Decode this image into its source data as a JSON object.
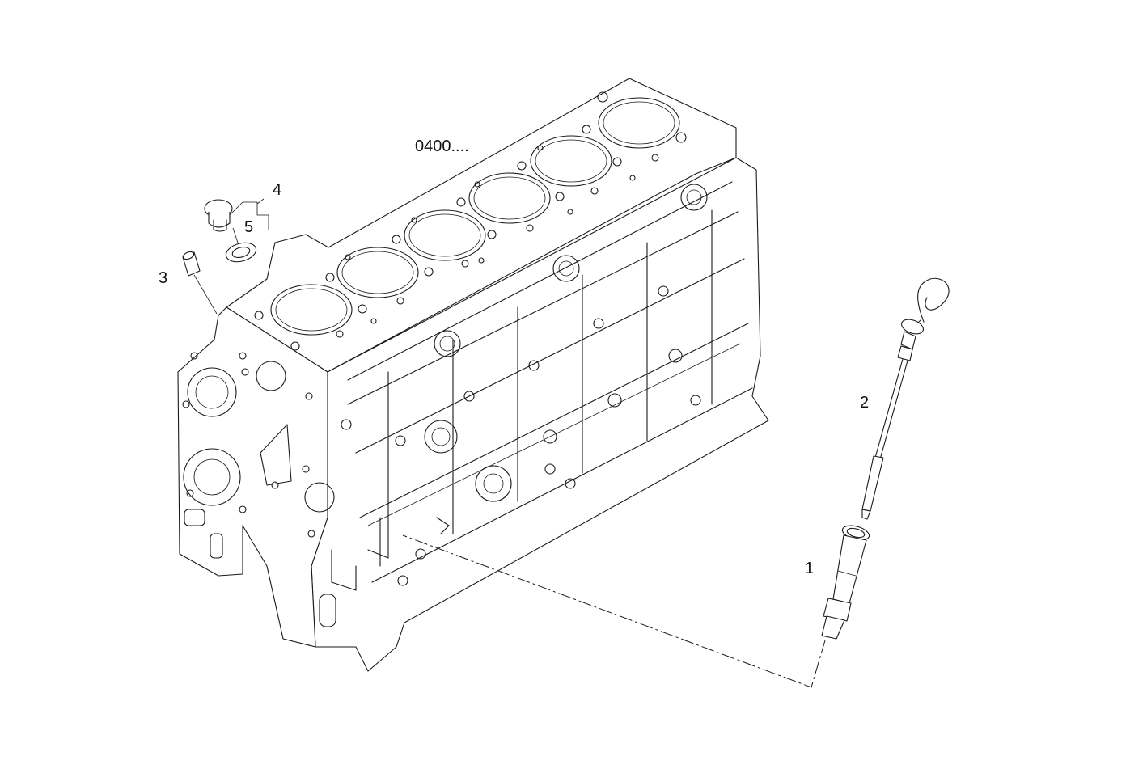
{
  "diagram": {
    "assembly_label": "0400....",
    "callouts": [
      {
        "id": "c1",
        "text": "1"
      },
      {
        "id": "c2",
        "text": "2"
      },
      {
        "id": "c3",
        "text": "3"
      },
      {
        "id": "c4",
        "text": "4"
      },
      {
        "id": "c5",
        "text": "5"
      }
    ],
    "parts": [
      {
        "ref": "1",
        "icon": "dipstick-tube-icon"
      },
      {
        "ref": "2",
        "icon": "dipstick-icon"
      },
      {
        "ref": "3",
        "icon": "plug-icon"
      },
      {
        "ref": "4",
        "icon": "screw-plug-icon"
      },
      {
        "ref": "5",
        "icon": "sealing-washer-icon"
      }
    ],
    "line_color": "#1a1a1a",
    "background": "#ffffff"
  }
}
